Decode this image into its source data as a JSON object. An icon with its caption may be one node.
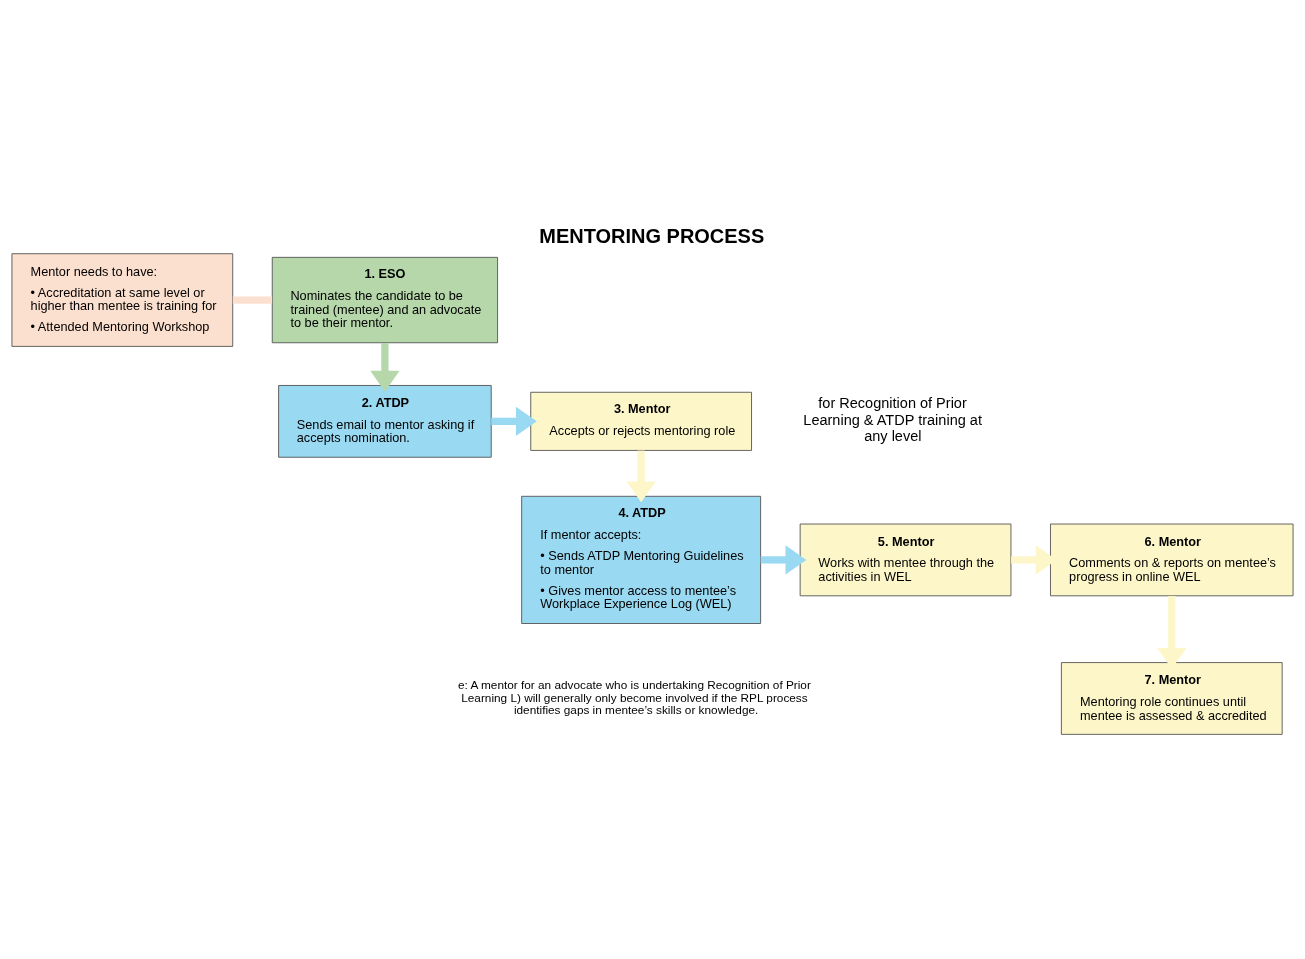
{
  "diagram": {
    "title": "MENTORING PROCESS",
    "nodes": [
      {
        "text": [
          "1. ESO",
          "Nominates the candidate to be trained (mentee) and an advocate to be their mentor."
        ]
      },
      {
        "text": [
          "Mentor needs to have:",
          "• Accreditation at same level or higher than mentee is training for",
          "• Attended Mentoring Workshop"
        ]
      },
      {
        "text": [
          "2. ATDP",
          "Sends email to mentor asking if accepts nomination."
        ]
      },
      {
        "text": [
          "3. Mentor",
          "Accepts or rejects mentoring role"
        ]
      },
      {
        "text": [
          "4. ATDP",
          "If mentor accepts:",
          "• Sends ATDP Mentoring Guidelines to mentor",
          "• Gives mentor access to mentee’s Workplace Experience Log (WEL)"
        ]
      },
      {
        "text": [
          "5. Mentor",
          "Works with mentee through the activities in WEL"
        ]
      },
      {
        "text": [
          "6. Mentor",
          "Comments on & reports on mentee’s progress in online WEL"
        ]
      },
      {
        "text": [
          "7. Mentor",
          "Mentoring role continues until mentee is assessed & accredited"
        ]
      }
    ],
    "edges": [
      {
        "from": 1,
        "to": 0,
        "arrow": "none",
        "color": "#fce0cf"
      },
      {
        "from": 0,
        "to": 2,
        "arrow": "to",
        "color": "#b5d7aa"
      },
      {
        "from": 2,
        "to": 3,
        "arrow": "to",
        "color": "#99d9f2"
      },
      {
        "from": 3,
        "to": 4,
        "arrow": "to"
      },
      {
        "from": 4,
        "to": 5,
        "arrow": "to",
        "color": "#99d9f2"
      },
      {
        "from": 5,
        "to": 6,
        "arrow": "to"
      },
      {
        "from": 6,
        "to": 7,
        "arrow": "to"
      }
    ],
    "labels": [
      "for Recognition of Prior Learning & ATDP training at any level",
      "e: A mentor for an advocate who is undertaking Recognition of Prior Learning L) will generally only become involved if the RPL process identifies gaps in mentee’s skills or knowledge."
    ]
  }
}
